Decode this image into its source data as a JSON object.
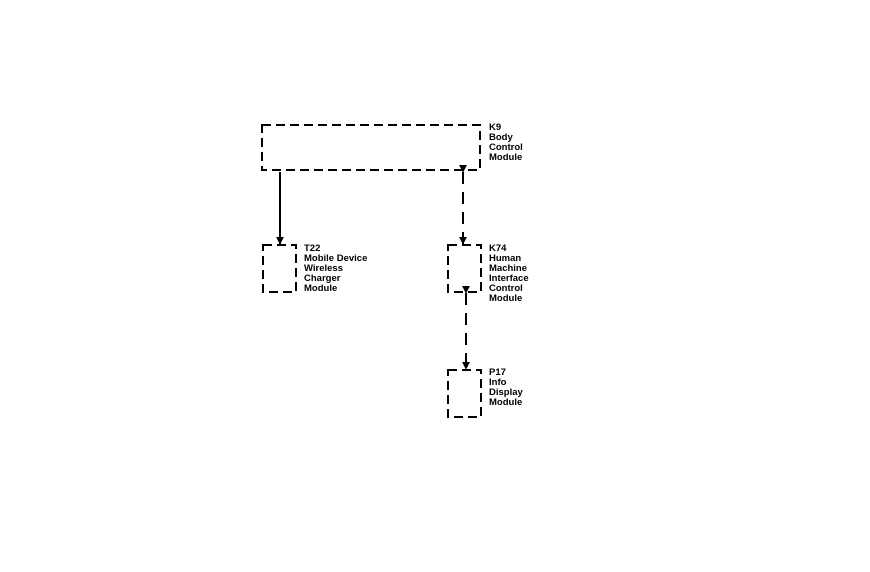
{
  "modules": {
    "k9": {
      "lines": [
        "K9",
        "Body",
        "Control",
        "Module"
      ]
    },
    "t22": {
      "lines": [
        "T22",
        "Mobile Device",
        "Wireless",
        "Charger",
        "Module"
      ]
    },
    "k74": {
      "lines": [
        "K74",
        "Human",
        "Machine",
        "Interface",
        "Control",
        "Module"
      ]
    },
    "p17": {
      "lines": [
        "P17",
        "Info",
        "Display",
        "Module"
      ]
    }
  },
  "colors": {
    "line": "#000000",
    "background": "#ffffff"
  }
}
